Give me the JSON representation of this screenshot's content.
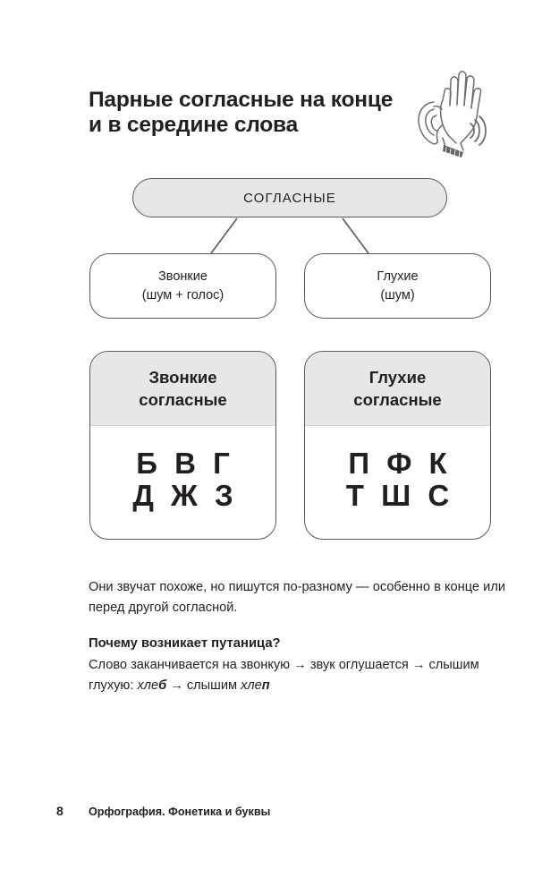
{
  "header": {
    "title_line_1": "Парные согласные на конце",
    "title_line_2": "и в середине слова",
    "icon": "ear-listening-hand-icon"
  },
  "diagram": {
    "root": {
      "label": "СОГЛАСНЫЕ"
    },
    "branches": [
      {
        "line_1": "Звонкие",
        "line_2": "(шум + голос)"
      },
      {
        "line_1": "Глухие",
        "line_2": "(шум)"
      }
    ],
    "cards": [
      {
        "head_line_1": "Звонкие",
        "head_line_2": "согласные",
        "row_1": "Б В Г",
        "row_2": "Д Ж З"
      },
      {
        "head_line_1": "Глухие",
        "head_line_2": "согласные",
        "row_1": "П Ф К",
        "row_2": "Т Ш С"
      }
    ]
  },
  "body": {
    "paragraph_1": "Они звучат похоже, но пишутся по-разному — особенно в конце или перед другой согласной.",
    "subheading": "Почему возникает путаница?",
    "paragraph_2_part_1": "Слово заканчивается на звонкую → звук оглушается → слышим глухую: ",
    "example_1_stem": "хле",
    "example_1_letter": "б",
    "example_arrow": " → ",
    "paragraph_2_part_2": "слышим ",
    "example_2_stem": "хле",
    "example_2_letter": "п"
  },
  "footer": {
    "page_number": "8",
    "section_title": "Орфография. Фонетика и буквы"
  },
  "colors": {
    "ink": "#231f20",
    "stroke": "#58595b",
    "fill_gray": "#e6e7e8",
    "page_bg": "#ffffff"
  }
}
